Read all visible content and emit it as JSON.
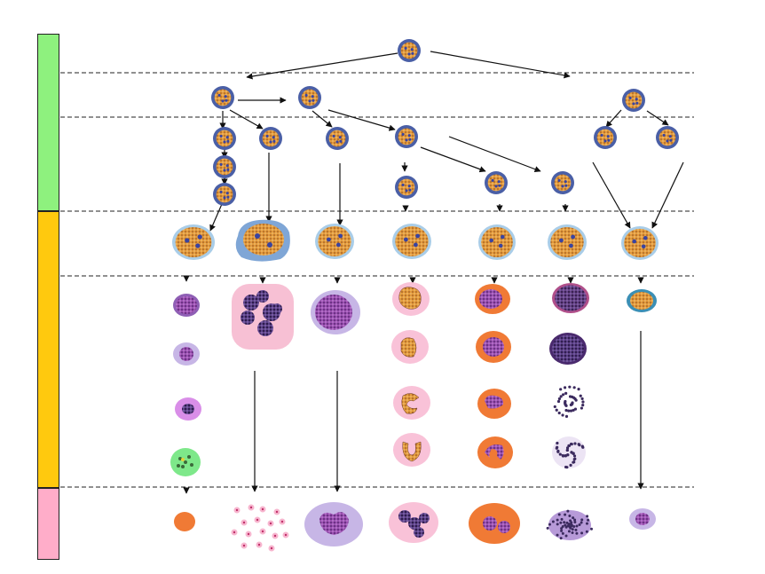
{
  "title": "",
  "bands": [
    {
      "name": "stem-zone",
      "color": "#8ef17e"
    },
    {
      "name": "proliferation-zone",
      "color": "#ffc90e"
    },
    {
      "name": "mature-zone",
      "color": "#ffadc9"
    }
  ],
  "colors": {
    "stem_cytoplasm": "#4a5fa6",
    "stem_nucleus": "#e39a3c",
    "stem_chromatin": "#3a44a0",
    "blast_halo": "#a9cde8",
    "lilac_cytoplasm": "#c7b6e6",
    "pink_cytoplasm": "#f9c2d8",
    "orange_cytoplasm": "#f07a35",
    "violet_nucleus": "#7a3d95",
    "dark_granules": "#3b2a5e",
    "green_cytoplasm": "#7ee88a",
    "erythrocyte": "#f07a35",
    "platelet": "#f7b6cf",
    "arrow": "#111111",
    "divider": "#222222"
  },
  "icons": [
    "stem-cell-icon",
    "blast-cell-icon",
    "granulocyte-icon",
    "erythrocyte-icon",
    "platelet-icon",
    "arrow-icon"
  ]
}
